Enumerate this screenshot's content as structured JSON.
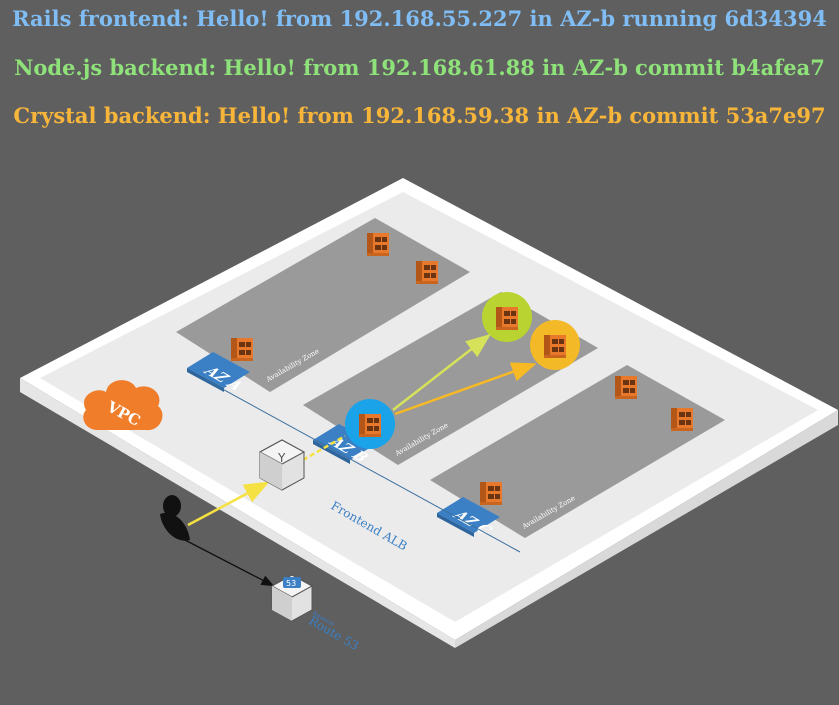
{
  "status_lines": {
    "rails": {
      "text": "Rails frontend: Hello! from 192.168.55.227 in AZ-b running 6d34394",
      "color": "#7fbdf4"
    },
    "node": {
      "text": "Node.js backend: Hello! from 192.168.61.88 in AZ-b commit b4afea7",
      "color": "#8fe27a"
    },
    "crystal": {
      "text": "Crystal backend: Hello! from 192.168.59.38 in AZ-b commit 53a7e97",
      "color": "#f7b53a"
    }
  },
  "diagram": {
    "vpc_label": "VPC",
    "zones": [
      {
        "badge": "AZ A",
        "caption": "Availability Zone"
      },
      {
        "badge": "AZ B",
        "caption": "Availability Zone"
      },
      {
        "badge": "AZ C",
        "caption": "Availability Zone"
      }
    ],
    "alb_label": "Frontend ALB",
    "route53": {
      "badge": "53",
      "small": "Amazon",
      "label": "Route 53"
    },
    "colors": {
      "vpc": "#f07d2a",
      "az_badge": "#3b7fc4",
      "ecs": "#e8782c",
      "active_rails": "#1aa3e8",
      "active_node": "#b9d431",
      "active_crystal": "#f3b927",
      "arrow_user": "#f5e142",
      "arrow_node": "#d6e35a",
      "arrow_crystal": "#f7b924"
    }
  }
}
